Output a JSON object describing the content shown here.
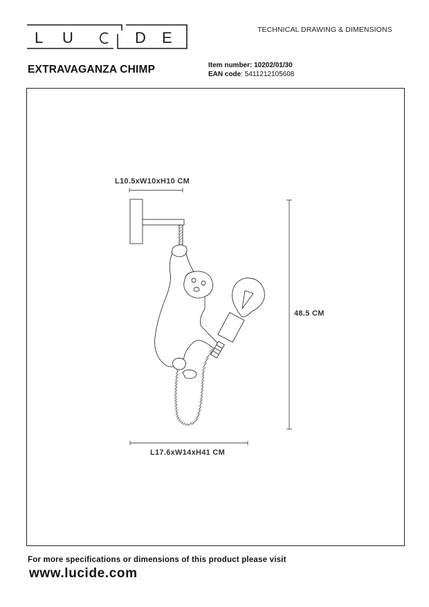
{
  "header": {
    "brand": "LUCIDE",
    "brand_letters": [
      "L",
      "U",
      "C",
      "I",
      "D",
      "E"
    ],
    "document_type": "TECHNICAL DRAWING & DIMENSIONS",
    "product_name": "EXTRAVAGANZA CHIMP",
    "item_number_label": "Item number:",
    "item_number": "10202/01/30",
    "ean_label": "EAN code",
    "ean_code": ": 5411212105608"
  },
  "drawing": {
    "wall_bracket_dimension": "L10.5xW10xH10 CM",
    "overall_dimension": "L17.6xW14xH41 CM",
    "height_dimension": "48.5 CM",
    "line_color": "#333333"
  },
  "footer": {
    "note": "For more specifications or dimensions of this product please visit",
    "url": "www.lucide.com"
  }
}
